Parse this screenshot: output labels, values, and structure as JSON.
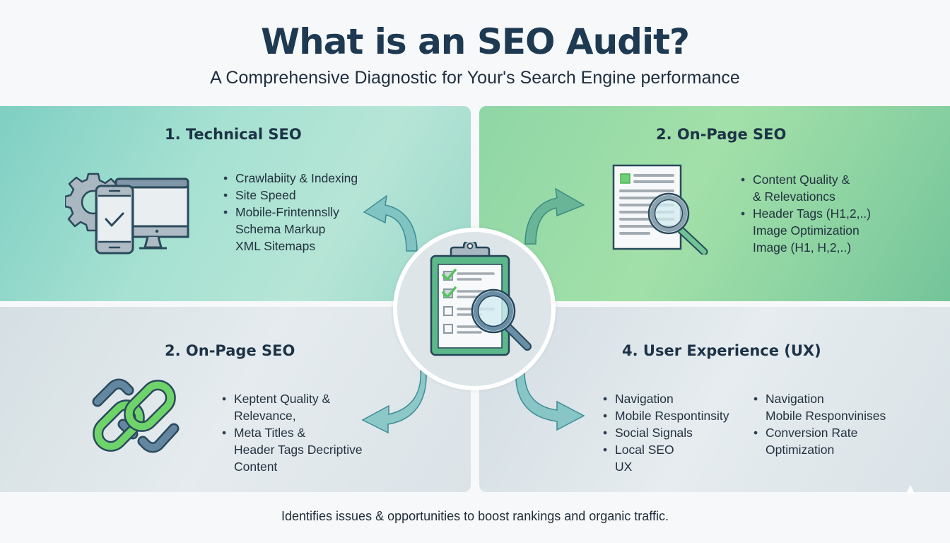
{
  "header": {
    "title": "What is an SEO Audit?",
    "subtitle": "A Comprehensive Diagnostic for Your's Search Engine performance"
  },
  "center": {
    "icon": "clipboard-checklist-magnifier-icon"
  },
  "panels": [
    {
      "title": "1. Technical SEO",
      "icon": "gear-phone-monitor-icon",
      "color": "#8fd5c8",
      "items": [
        {
          "text": "Crawlabiity & Indexing",
          "bullet": true
        },
        {
          "text": "Site Speed",
          "bullet": true
        },
        {
          "text": "Mobile-Frintennslly",
          "bullet": true
        },
        {
          "text": "Schema Markup",
          "bullet": false
        },
        {
          "text": "XML Sitemaps",
          "bullet": false
        }
      ]
    },
    {
      "title": "2. On-Page SEO",
      "icon": "document-magnifier-icon",
      "color": "#9adba8",
      "items": [
        {
          "text": "Content Quality &",
          "bullet": true
        },
        {
          "text": "& Relevationcs",
          "bullet": false
        },
        {
          "text": "Header Tags (H1,2,..)",
          "bullet": true
        },
        {
          "text": "Image Optimization",
          "bullet": false
        },
        {
          "text": "Image (H1, H,2,..)",
          "bullet": false
        }
      ]
    },
    {
      "title": "2. On-Page SEO",
      "icon": "chain-link-icon",
      "color": "#dfe7ea",
      "items": [
        {
          "text": "Keptent Quality &",
          "bullet": true
        },
        {
          "text": "Relevance,",
          "bullet": false
        },
        {
          "text": "Meta Titles &",
          "bullet": true
        },
        {
          "text": "Header Tags Decriptive",
          "bullet": false
        },
        {
          "text": "Content",
          "bullet": false
        }
      ]
    },
    {
      "title": "4. User Experience (UX)",
      "color": "#dfe7ea",
      "items_left": [
        {
          "text": "Navigation",
          "bullet": true
        },
        {
          "text": "Mobile Respontinsity",
          "bullet": true
        },
        {
          "text": "Social Signals",
          "bullet": true
        },
        {
          "text": "Local SEO",
          "bullet": true
        },
        {
          "text": "UX",
          "bullet": false
        }
      ],
      "items_right": [
        {
          "text": "Navigation",
          "bullet": true
        },
        {
          "text": "Mobile Responvinises",
          "bullet": false
        },
        {
          "text": "Conversion Rate",
          "bullet": true
        },
        {
          "text": "Optimization",
          "bullet": false
        }
      ]
    }
  ],
  "footer": {
    "text": "Identifies issues & opportunities to boost rankings and organic traffic."
  },
  "colors": {
    "title": "#1d3a52",
    "accent_green": "#5cc66a",
    "icon_stroke": "#2b4a5c",
    "icon_blue": "#5f87a0",
    "arrow": "#6fb7bb"
  }
}
